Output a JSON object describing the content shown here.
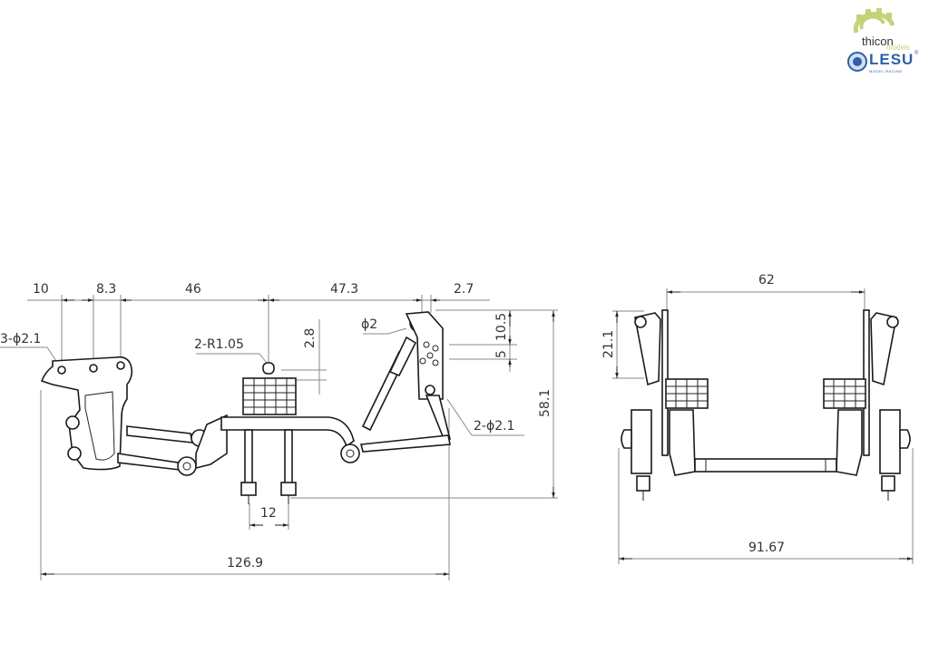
{
  "logos": {
    "thicon": {
      "name": "thicon",
      "sub": "models",
      "gear_color": "#c5d27a"
    },
    "lesu": {
      "name": "LESU",
      "sub": "MODEL RACING",
      "reg": "®",
      "color": "#2e5fa8"
    }
  },
  "side_view": {
    "top_dims": {
      "d1": "10",
      "d2": "8.3",
      "d3": "46",
      "d4": "47.3",
      "d5": "2.7"
    },
    "callouts": {
      "holes_left": "3-ϕ2.1",
      "radius": "2-R1.05",
      "pin": "ϕ2",
      "holes_right": "2-ϕ2.1"
    },
    "vertical_dims": {
      "v1": "2.8",
      "v2": "10.5",
      "v3": "5",
      "height": "58.1"
    },
    "bottom_dims": {
      "bolt_spacing": "12",
      "overall_length": "126.9"
    }
  },
  "front_view": {
    "dims": {
      "inner_width": "62",
      "shock_height": "21.1",
      "overall_width": "91.67"
    }
  }
}
